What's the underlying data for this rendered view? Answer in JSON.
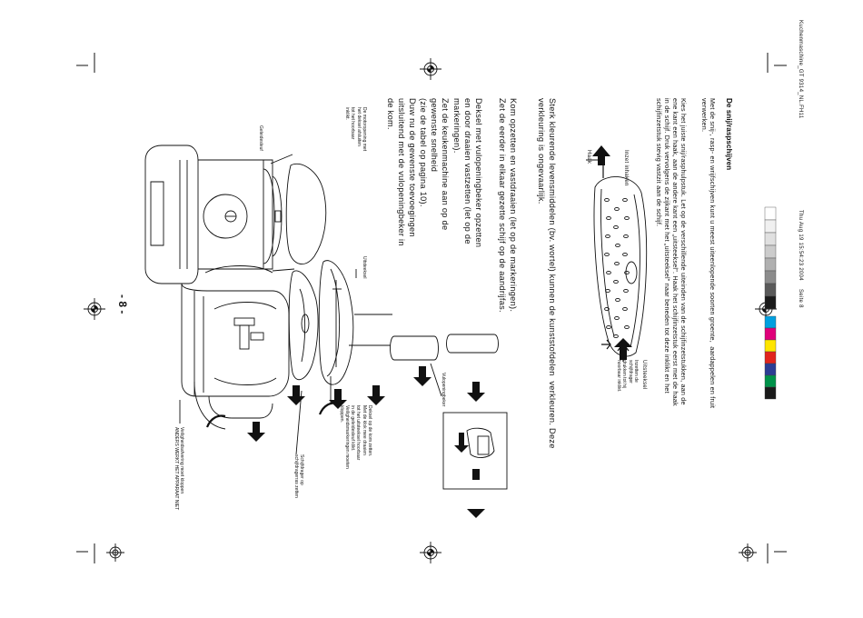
{
  "header": {
    "file_info": "Kuchenmaschine_GT 9314_NL.FH11",
    "date_info": "Thu Aug 19 15:54:23 2004",
    "page_label": "Seite 8"
  },
  "section": {
    "title": "De snij/raspschijven",
    "intro_lines": [
      "Met de snij-, rasp- en wrijfschijven kunt u meest uiteenlopende soorten groente,  aardappelen en fruit",
      "verwerken."
    ],
    "para_lines": [
      "Kies het juiste snij/rasphulpstuk. Let op de verschillende uiteinden van de schijfinzetstukken, aan de",
      "ene kant een haak, aan de andere kant een „uitsteeksel\". Haak het schijfinzetstuk eerst met de haak",
      "in de schijf. Druk vervolgens de zijkant met het „uitsteeksel\" naar beneden tot deze inklikt en het",
      "schijfinzetstuk stevig vastzit aan de schijf."
    ]
  },
  "figure_top": {
    "label_inzet": "Inzet inhaken",
    "label_haak": "Haak",
    "label_uitsteeksel": "Uitsteeksel",
    "label_inzetten": "Inzetten de\nschijfdrager\ndrukken tot hij\nhoorbaar inklikt."
  },
  "body": {
    "warning_lines": [
      "Sterk kleurende levensmiddelen (bv. wortel) kunnen de kunststofdelen  verkleuren. Deze",
      "verkleuring is ongevaarlijk."
    ],
    "assembly_lines": [
      "Kom opzetten en vastdraaien (let op de markeringen).",
      "Zet de eerder in elkaar gezette schijf op de aandrijfas."
    ],
    "steps_lines": [
      "Deksel met vulopeningbeker opzetten",
      "en door draaien vastzetten (let op de",
      "markeringen).",
      "Zet de keukenmachine aan op de",
      "gewenste snelheid",
      "(zie de tabel op pagina 10).",
      "Duw nu de gewenste toevoegingen",
      "uitsluitend met de vulopeningbeker in",
      "de kom."
    ]
  },
  "figure_bottom": {
    "label_motor_note": "De motoropening met\nhet deksel afsluiten\ntot het hoorbaar\ninklikt.",
    "label_geleidesleuf": "Geleidesleuf",
    "label_uitsteeksel": "Uitsteeksel",
    "label_vulopening": "Vulopeningbeker",
    "label_deksel_note": "Deksel op de kom zetten.\nMet de klok mee draaien\ntot het uitsteeksel hoorbaar\nin de geleidesleuf klikt.\nVeiligheidsmarkeringen moeten\nkloppen.",
    "label_schijfdrager": "Schijfdrager op\nschijfdragerras zetten",
    "label_warning_note": "Veiligheidsafvering moet kloppen\nANDERS WERKT HET APPARAAT NIET"
  },
  "footer": {
    "page_number": "- 8 -"
  },
  "colors": {
    "cyan": "#00a0e0",
    "magenta": "#e0007a",
    "yellow": "#ffe500",
    "red": "#e2241d",
    "blue": "#2c3d94",
    "green": "#00924a",
    "dark": "#1a1a1a"
  }
}
